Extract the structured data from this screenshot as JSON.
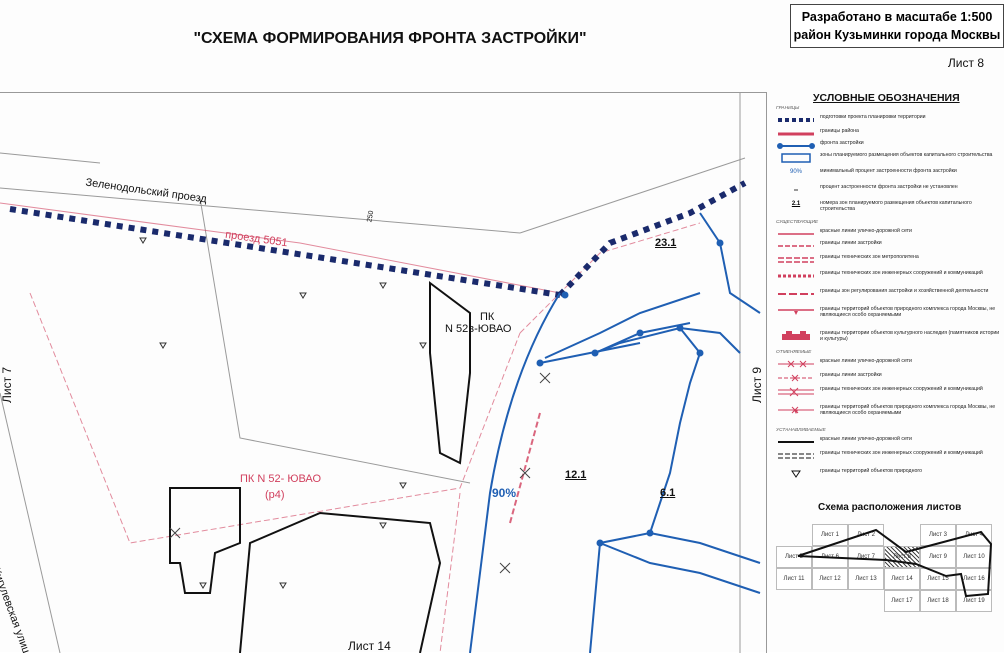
{
  "header": {
    "title": "\"СХЕМА ФОРМИРОВАНИЯ ФРОНТА ЗАСТРОЙКИ\"",
    "scale_line1": "Разработано в масштабе 1:500",
    "scale_line2": "район Кузьминки города Москвы",
    "sheet": "Лист 8"
  },
  "map": {
    "street_top": "Зеленодольский проезд",
    "proezd": "проезд 5051",
    "pk1_line1": "ПК",
    "pk1_line2": "N 52в-ЮВАО",
    "pk2_line1": "ПК N 52- ЮВАО",
    "pk2_line2": "(р4)",
    "zhig": "Жигулевская улица",
    "lot_231": "23.1",
    "lot_121": "12.1",
    "lot_61": "6.1",
    "percent": "90%",
    "sheet_left": "Лист 7",
    "sheet_right": "Лист 9",
    "sheet_bottom": "Лист 14",
    "dim_small": "250"
  },
  "legend": {
    "title": "УСЛОВНЫЕ ОБОЗНАЧЕНИЯ",
    "sec_top": "ГРАНИЦЫ",
    "sec_existing": "СУЩЕСТВУЮЩИЕ",
    "sec_cancel": "ОТМЕНЯЕМЫЕ",
    "sec_new": "УСТАНАВЛИВАЕМЫЕ",
    "items": [
      "подготовки проекта планировки территории",
      "границы района",
      "фронта застройки",
      "зоны планируемого размещения объектов капитального строительства",
      "минимальный процент застроенности фронта застройки",
      "процент застроенности фронта застройки не установлен",
      "номера зон планируемого размещения объектов капитального строительства",
      "красные линии улично-дорожной сети",
      "границы линии застройки",
      "границы технических зон метрополитена",
      "границы технических зон инженерных сооружений и коммуникаций",
      "границы зон регулирования застройки и хозяйственной деятельности",
      "границы территорий объектов природного комплекса города Москвы, не являющиеся особо охраняемыми",
      "границы территории объектов культурного наследия (памятников истории и культуры)",
      "красные линии улично-дорожной сети",
      "границы линии застройки",
      "границы технических зон инженерных сооружений и коммуникаций",
      "границы территорий объектов природного комплекса города Москвы, не являющиеся особо охраняемыми",
      "красные линии улично-дорожной сети",
      "границы технических зон инженерных сооружений и коммуникаций",
      "границы территорий объектов природного"
    ],
    "sample_percent": "90%",
    "sample_number": "2.1"
  },
  "schema": {
    "title": "Схема расположения листов",
    "cells": [
      "Лист 1",
      "Лист 2",
      "Лист 3",
      "Лист 4",
      "Лист 5",
      "Лист 6",
      "Лист 7",
      "Лист 8",
      "Лист 9",
      "Лист 10",
      "Лист 11",
      "Лист 12",
      "Лист 13",
      "Лист 14",
      "Лист 15",
      "Лист 16",
      "Лист 17",
      "Лист 18",
      "Лист 19"
    ]
  },
  "colors": {
    "blue": "#1f5fb3",
    "red": "#d1405e",
    "navy": "#1a2a6c"
  }
}
